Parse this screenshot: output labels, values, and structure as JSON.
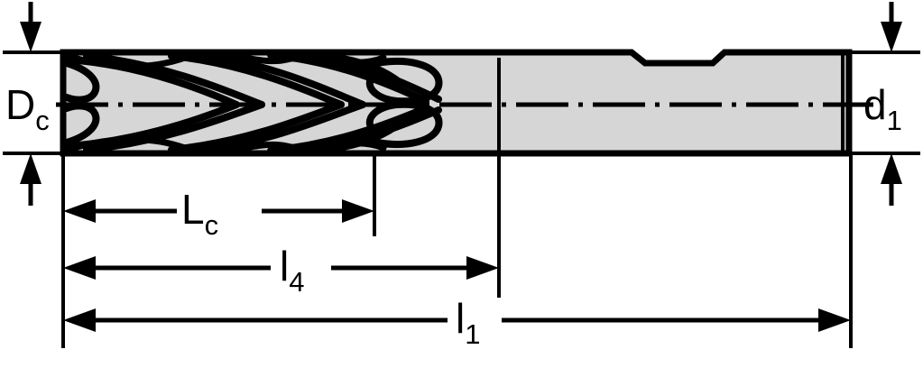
{
  "drawing": {
    "type": "technical-engineering-drawing",
    "subject": "solid carbide end mill cutting tool, side elevation with dimension annotations",
    "background_color": "#ffffff",
    "line_color": "#000000",
    "body_fill_color": "#d6d6d6",
    "dimensions": {
      "cutting_diameter": {
        "symbol": "D",
        "subscript": "c",
        "orientation": "vertical",
        "position": "left",
        "description": "cutting diameter at flute end"
      },
      "shank_diameter": {
        "symbol": "d",
        "subscript": "1",
        "orientation": "vertical",
        "position": "right",
        "description": "shank diameter"
      },
      "cutting_length": {
        "symbol": "L",
        "subscript": "c",
        "orientation": "horizontal",
        "description": "length of cut / flute length"
      },
      "length_to_shoulder": {
        "symbol": "l",
        "subscript": "4",
        "orientation": "horizontal",
        "description": "usable length to shoulder"
      },
      "overall_length": {
        "symbol": "l",
        "subscript": "1",
        "orientation": "horizontal",
        "description": "overall tool length"
      }
    },
    "features": {
      "flute_count_visible": 4,
      "helix": "right-hand helical flutes",
      "shank_notch": "trapezoidal flat / weldon-style relief on shank",
      "centerline": "dash-dot axis through tool"
    }
  }
}
